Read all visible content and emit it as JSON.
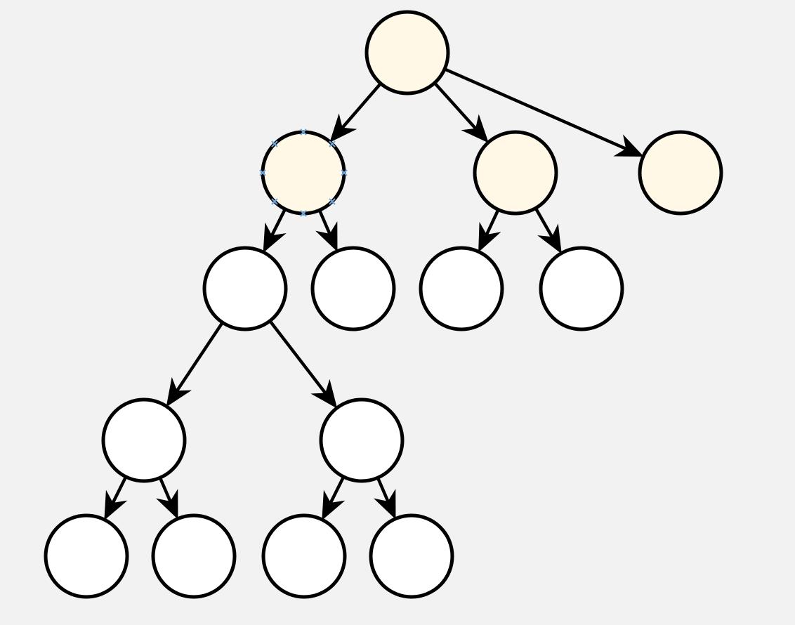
{
  "colors": {
    "background": "#f2f2f2",
    "stroke": "#000000",
    "highlight_fill": "#fff8e7",
    "plain_fill": "#ffffff",
    "selection_handle": "#6fa8dc"
  },
  "tree": {
    "nodes": [
      {
        "id": "n0",
        "highlighted": true
      },
      {
        "id": "n1",
        "highlighted": true,
        "selected": true
      },
      {
        "id": "n2",
        "highlighted": true
      },
      {
        "id": "n3",
        "highlighted": true
      },
      {
        "id": "n4",
        "highlighted": false
      },
      {
        "id": "n5",
        "highlighted": false
      },
      {
        "id": "n6",
        "highlighted": false
      },
      {
        "id": "n7",
        "highlighted": false
      },
      {
        "id": "n8",
        "highlighted": false
      },
      {
        "id": "n9",
        "highlighted": false
      },
      {
        "id": "n10",
        "highlighted": false
      },
      {
        "id": "n11",
        "highlighted": false
      },
      {
        "id": "n12",
        "highlighted": false
      },
      {
        "id": "n13",
        "highlighted": false
      }
    ],
    "edges": [
      {
        "from": "n0",
        "to": "n1"
      },
      {
        "from": "n0",
        "to": "n2"
      },
      {
        "from": "n0",
        "to": "n3"
      },
      {
        "from": "n1",
        "to": "n4"
      },
      {
        "from": "n1",
        "to": "n5"
      },
      {
        "from": "n2",
        "to": "n6"
      },
      {
        "from": "n2",
        "to": "n7"
      },
      {
        "from": "n4",
        "to": "n8"
      },
      {
        "from": "n4",
        "to": "n9"
      },
      {
        "from": "n8",
        "to": "n10"
      },
      {
        "from": "n8",
        "to": "n11"
      },
      {
        "from": "n9",
        "to": "n12"
      },
      {
        "from": "n9",
        "to": "n13"
      }
    ]
  }
}
